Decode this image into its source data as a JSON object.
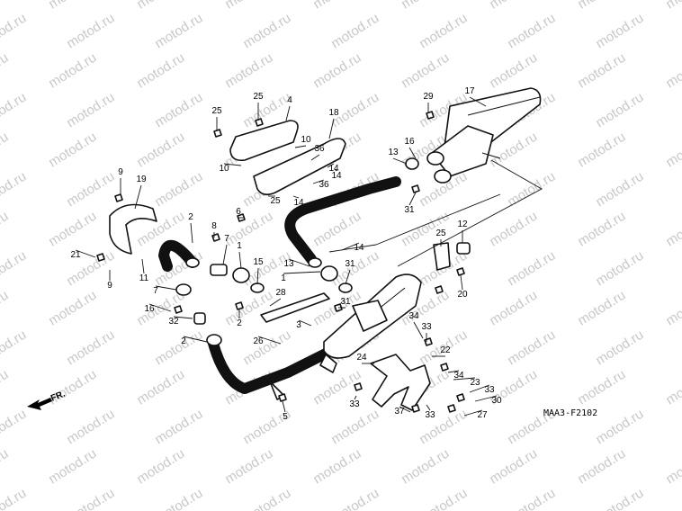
{
  "watermark": "motod.ru",
  "diagram_code": "MAA3-F2102",
  "front_label": "FR.",
  "callouts": [
    "25",
    "4",
    "29",
    "17",
    "25",
    "18",
    "10",
    "16",
    "10",
    "13",
    "36",
    "14",
    "9",
    "19",
    "36",
    "14",
    "31",
    "14",
    "25",
    "6",
    "2",
    "8",
    "7",
    "1",
    "15",
    "12",
    "25",
    "21",
    "9",
    "14",
    "11",
    "13",
    "7",
    "1",
    "31",
    "20",
    "28",
    "31",
    "16",
    "32",
    "2",
    "3",
    "2",
    "26",
    "34",
    "33",
    "22",
    "24",
    "23",
    "34",
    "33",
    "30",
    "33",
    "37",
    "33",
    "27",
    "5"
  ]
}
